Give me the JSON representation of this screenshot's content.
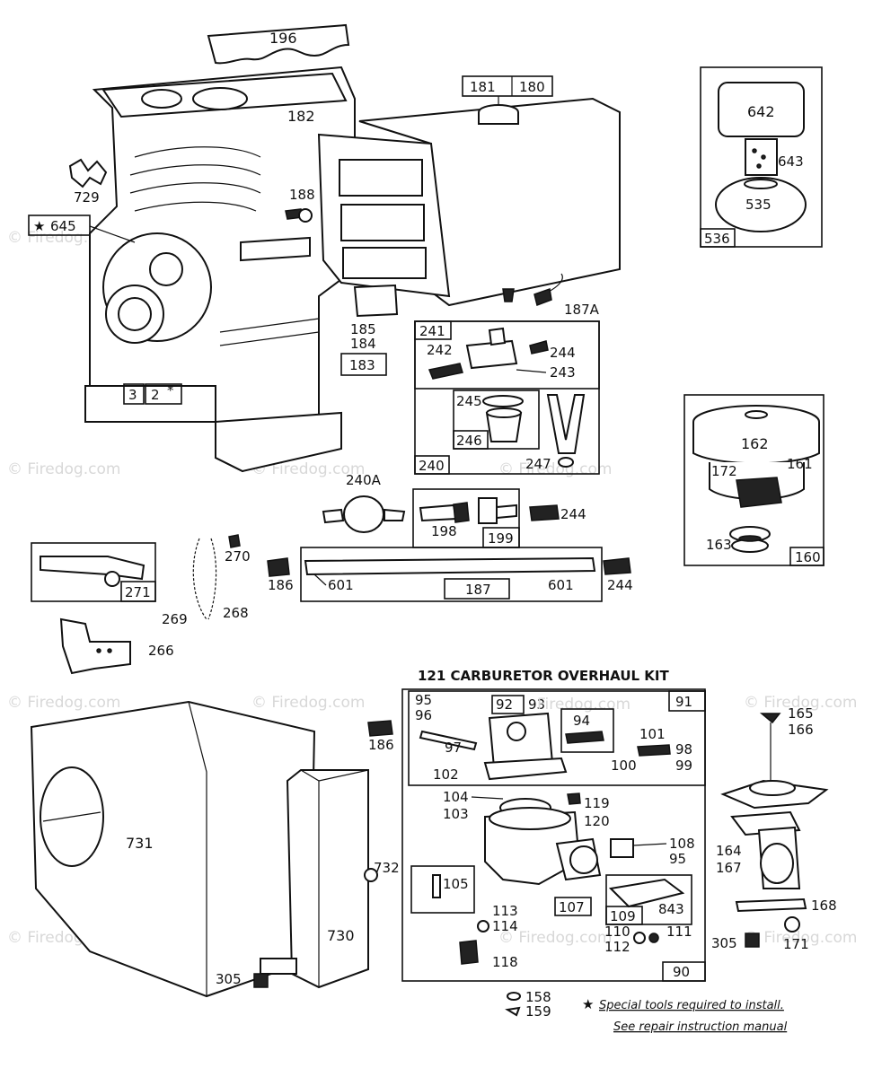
{
  "labels": {
    "p196": "196",
    "p181": "181",
    "p180": "180",
    "p182": "182",
    "p188": "188",
    "p729": "729",
    "p645": "645",
    "p642": "642",
    "p643": "643",
    "p535": "535",
    "p536": "536",
    "p187A": "187A",
    "p185": "185",
    "p184": "184",
    "p183": "183",
    "p241": "241",
    "p242": "242",
    "p244a": "244",
    "p243": "243",
    "p245": "245",
    "p246": "246",
    "p240": "240",
    "p247": "247",
    "p3": "3",
    "p2": "2",
    "p162": "162",
    "p172": "172",
    "p161": "161",
    "p163": "163",
    "p160": "160",
    "p240A": "240A",
    "p198": "198",
    "p199": "199",
    "p244b": "244",
    "p270": "270",
    "p271": "271",
    "p186a": "186",
    "p601a": "601",
    "p187": "187",
    "p601b": "601",
    "p244c": "244",
    "p269": "269",
    "p268": "268",
    "p266": "266",
    "p95a": "95",
    "p96": "96",
    "p92": "92",
    "p93": "93",
    "p91": "91",
    "p94": "94",
    "p97": "97",
    "p101": "101",
    "p98": "98",
    "p99": "99",
    "p100": "100",
    "p102": "102",
    "p104": "104",
    "p103": "103",
    "p119": "119",
    "p120": "120",
    "p108": "108",
    "p95b": "95",
    "p105": "105",
    "p113": "113",
    "p114": "114",
    "p107": "107",
    "p109": "109",
    "p843": "843",
    "p110": "110",
    "p111": "111",
    "p112": "112",
    "p118": "118",
    "p90": "90",
    "p186b": "186",
    "p731": "731",
    "p732": "732",
    "p730": "730",
    "p305a": "305",
    "p165": "165",
    "p166": "166",
    "p164": "164",
    "p167": "167",
    "p168": "168",
    "p305b": "305",
    "p171": "171",
    "p158": "158",
    "p159": "159"
  },
  "carburetor_kit_title": "121 CARBURETOR OVERHAUL KIT",
  "note_line1": "Special tools required to install.",
  "note_line2": "See repair instruction manual",
  "watermark": "© Firedog.com",
  "watermark_inline": "Firedog.com"
}
